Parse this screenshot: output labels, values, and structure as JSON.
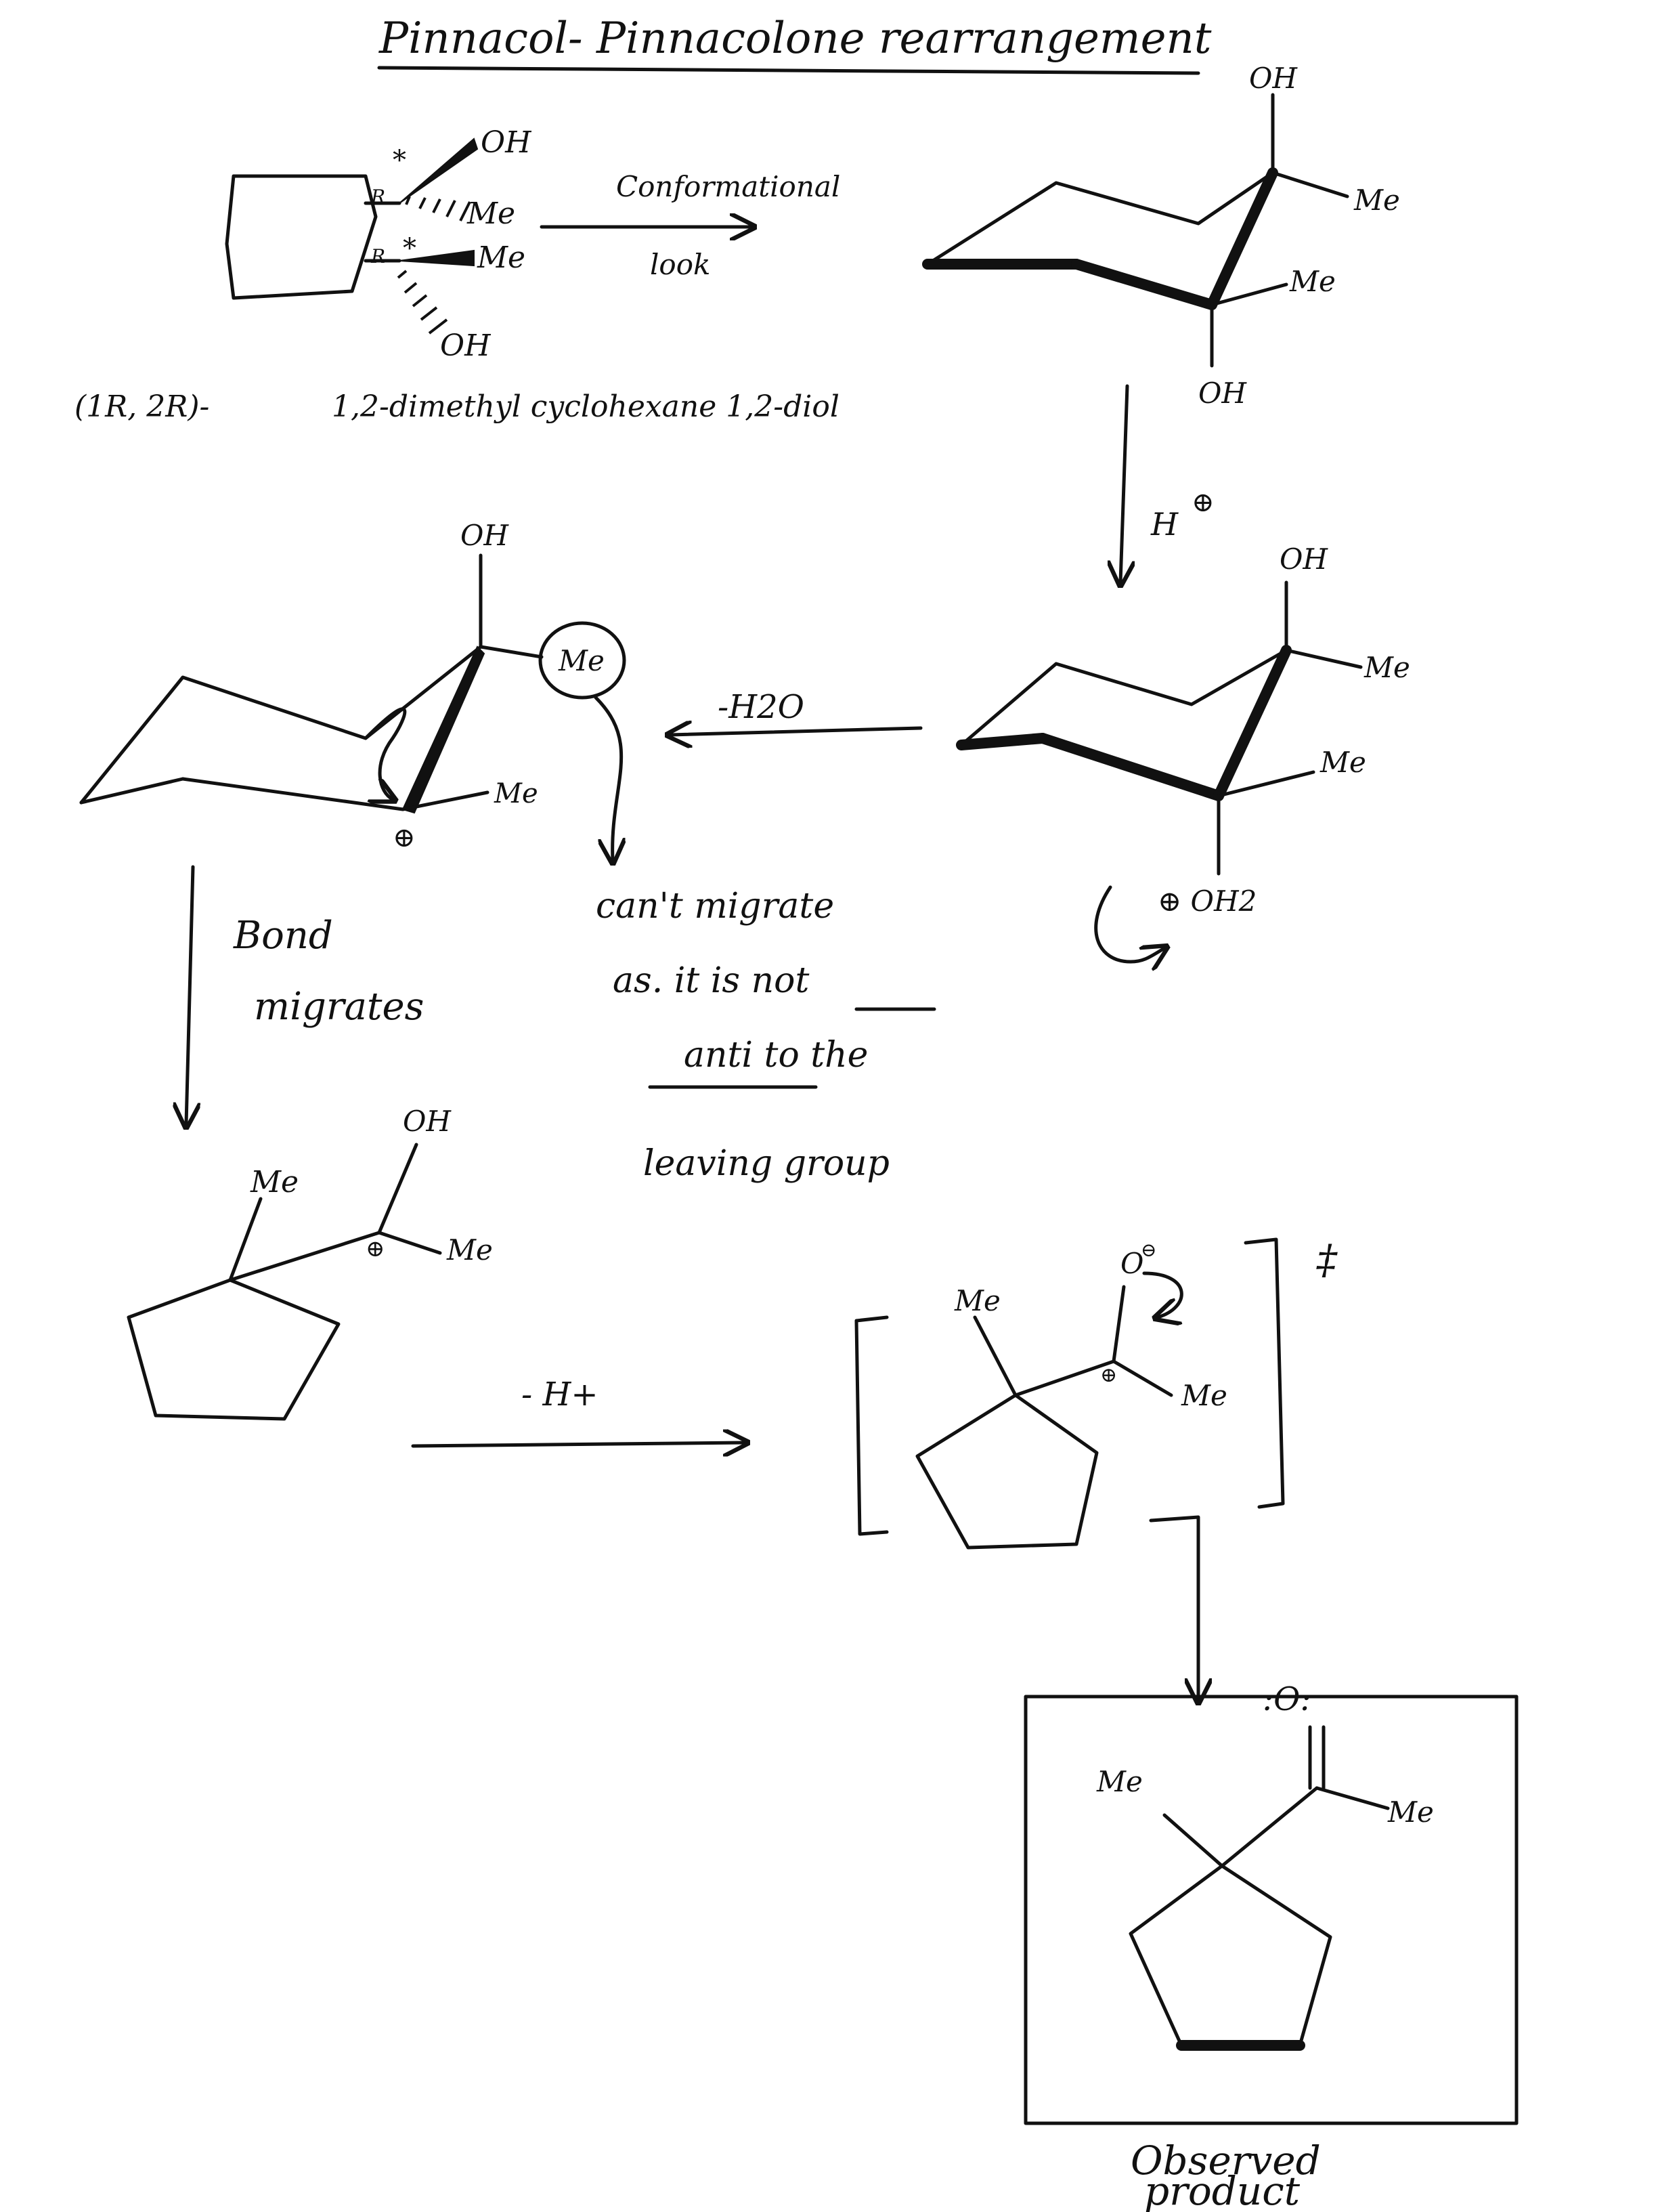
{
  "title": "Pinnacol- Pinnacolone rearrangement",
  "reactant": {
    "oh_top": "OH",
    "me_upper": "Me",
    "me_lower": "Me",
    "oh_bottom": "OH",
    "stereo_mark_1": "*",
    "stereo_mark_2": "*",
    "r_label_1": "R",
    "r_label_2": "R",
    "name_prefix": "(1R, 2R)-",
    "name": "1,2-dimethyl cyclohexane 1,2-diol"
  },
  "step1": {
    "line1": "Conformational",
    "line2": "look"
  },
  "chair1": {
    "oh_top": "OH",
    "me_right": "Me",
    "me_lower": "Me",
    "oh_bottom": "OH"
  },
  "step2": {
    "reagent": "H",
    "charge": "⊕"
  },
  "chair2": {
    "oh_top": "OH",
    "me_right": "Me",
    "me_lower": "Me",
    "oh2": "⊕ OH2"
  },
  "step3": {
    "reagent": "-H2O"
  },
  "carbocation": {
    "oh_top": "OH",
    "me_circled": "Me",
    "me_lower": "Me",
    "charge": "⊕"
  },
  "note": {
    "line1": "can't migrate",
    "line2": "as. it is not",
    "line3": "anti to the",
    "line4": "leaving group"
  },
  "step4": {
    "line1": "Bond",
    "line2": "migrates"
  },
  "ring_product": {
    "me_left": "Me",
    "oh": "OH",
    "me_right": "Me",
    "charge": "⊕"
  },
  "step5": {
    "reagent": "- H+"
  },
  "bracket_species": {
    "me_left": "Me",
    "o_minus": "O",
    "o_charge": "⊖",
    "me_right": "Me",
    "charge": "⊕",
    "ts_symbol": "‡"
  },
  "final_product": {
    "oxygen": ":O:",
    "me_left": "Me",
    "me_right": "Me"
  },
  "caption": {
    "line1": "Observed",
    "line2": "product"
  }
}
